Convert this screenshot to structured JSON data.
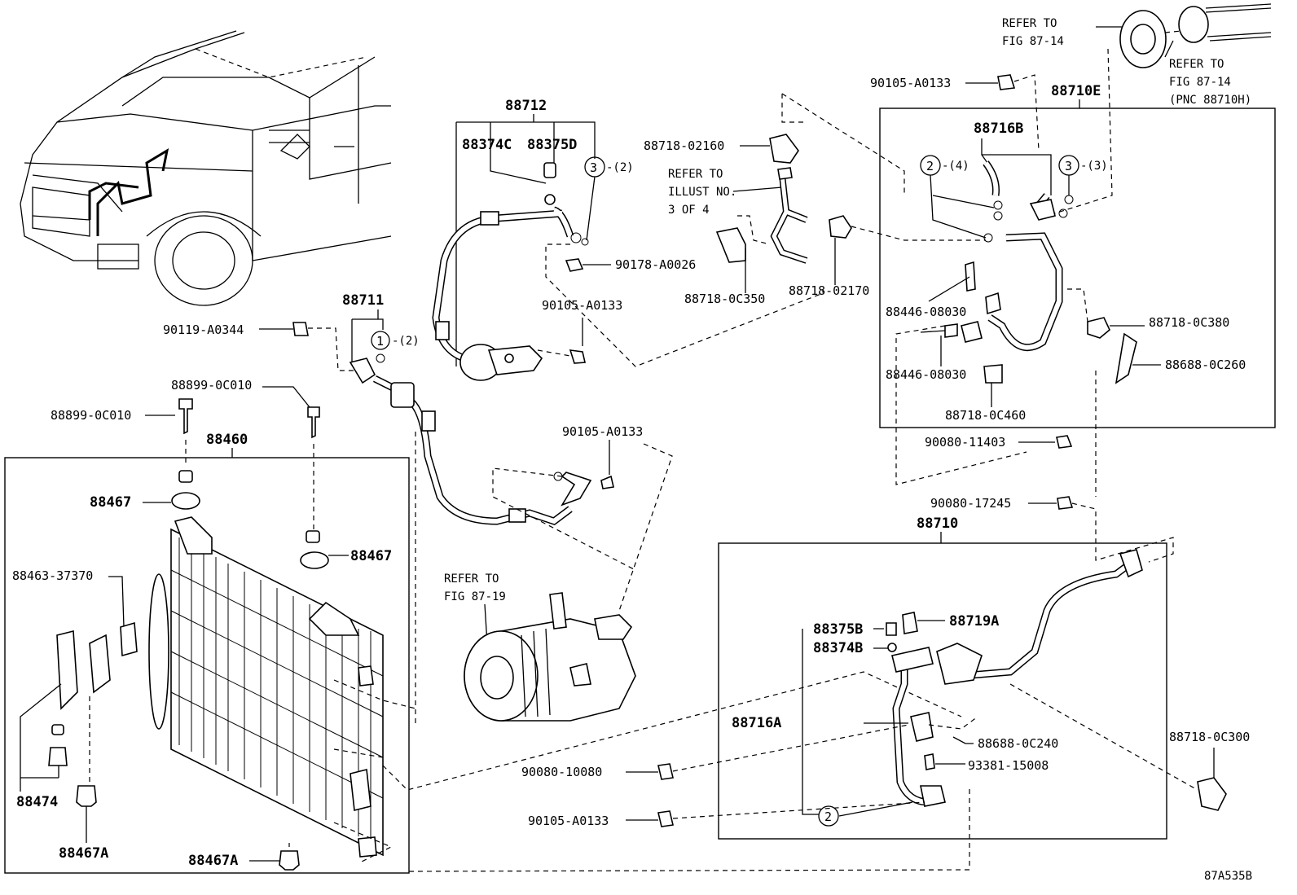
{
  "diagram_code": "87A535B",
  "refer_labels": {
    "fig_87_14_top": [
      "REFER TO",
      "FIG 87-14"
    ],
    "fig_87_14_pnc": [
      "REFER TO",
      "FIG 87-14",
      "(PNC 88710H)"
    ],
    "illust_3_of_4": [
      "REFER TO",
      "ILLUST NO.",
      "3 OF 4"
    ],
    "fig_87_19": [
      "REFER TO",
      "FIG 87-19"
    ]
  },
  "parts": {
    "p88712": "88712",
    "p88374C": "88374C",
    "p88375D": "88375D",
    "p88711": "88711",
    "p88460": "88460",
    "p88467_a": "88467",
    "p88467_b": "88467",
    "p88463": "88463-37370",
    "p88474": "88474",
    "p88467A_a": "88467A",
    "p88467A_b": "88467A",
    "p88899_a": "88899-0C010",
    "p88899_b": "88899-0C010",
    "p90119": "90119-A0344",
    "p90178": "90178-A0026",
    "p90105_mid": "90105-A0133",
    "p90105_low": "90105-A0133",
    "p90105_top": "90105-A0133",
    "p90105_bottom": "90105-A0133",
    "p88718_02160": "88718-02160",
    "p88718_0C350": "88718-0C350",
    "p88718_02170": "88718-02170",
    "p88710E": "88710E",
    "p88716B": "88716B",
    "p88446_a": "88446-08030",
    "p88446_b": "88446-08030",
    "p88718_0C380": "88718-0C380",
    "p88688_0C260": "88688-0C260",
    "p88718_0C460": "88718-0C460",
    "p90080_11403": "90080-11403",
    "p90080_17245": "90080-17245",
    "p88710": "88710",
    "p88375B": "88375B",
    "p88374B": "88374B",
    "p88719A": "88719A",
    "p88716A": "88716A",
    "p88688_0C240": "88688-0C240",
    "p93381": "93381-15008",
    "p90080_10080": "90080-10080",
    "p88718_0C300": "88718-0C300"
  },
  "callouts": {
    "c3_a_num": "3",
    "c3_a_qty": "-(2)",
    "c1_num": "1",
    "c1_qty": "-(2)",
    "c2_a_num": "2",
    "c2_a_qty": "-(4)",
    "c3_b_num": "3",
    "c3_b_qty": "-(3)",
    "c2_b_num": "2"
  }
}
